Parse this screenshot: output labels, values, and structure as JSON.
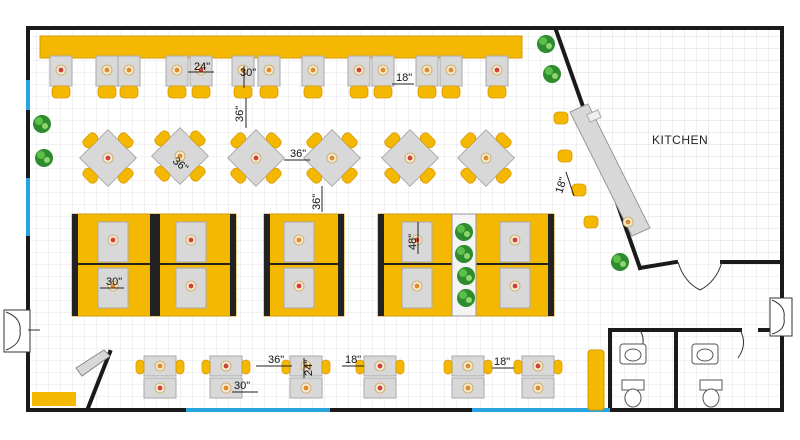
{
  "floor_plan": {
    "room_labels": {
      "kitchen": "KITCHEN"
    },
    "dimensions": {
      "d24_bar": "24\"",
      "d30_bar": "30\"",
      "d18_bar": "18\"",
      "d36_v_bar": "36\"",
      "d36_diag": "36\"",
      "d36_mid": "36\"",
      "d36_v_mid": "36\"",
      "d48_booth": "48\"",
      "d30_booth": "30\"",
      "d18_counter": "18\"",
      "d36_bottom": "36\"",
      "d24_bottom": "24\"",
      "d18_bottom_a": "18\"",
      "d18_bottom_b": "18\"",
      "d30_bottom": "30\""
    },
    "colors": {
      "seat": "#f5b800",
      "seat_dark": "#d99a00",
      "table": "#d8d8d8",
      "wall": "#1a1a1a",
      "window": "#29a3dd",
      "grid": "#dcdcdc",
      "plant": "#2e8b2e",
      "bar_counter": "#f5b800"
    },
    "icons": [
      "plate-icon",
      "flower-plate-icon",
      "plant-icon",
      "toilet-icon",
      "sink-icon",
      "door-icon"
    ]
  }
}
